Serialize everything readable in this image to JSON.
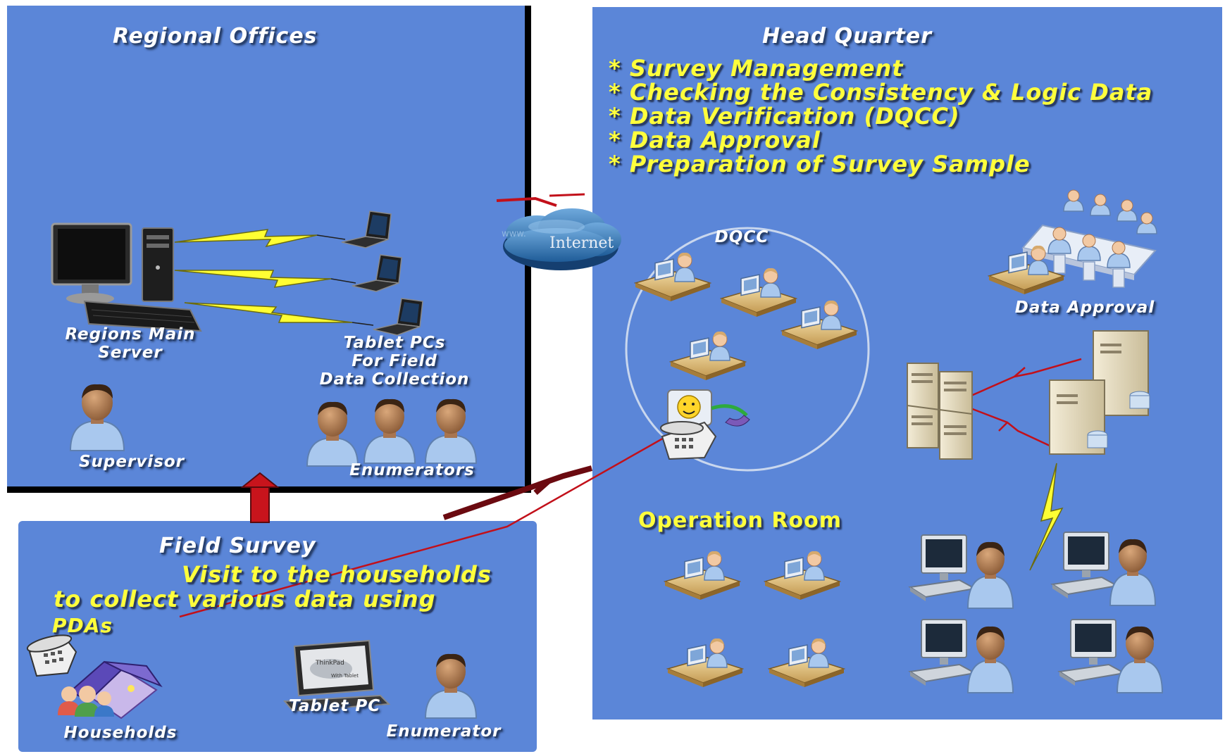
{
  "regional": {
    "title": "Regional Offices",
    "server_label": [
      "Regions Main",
      "Server"
    ],
    "tablets_label": [
      "Tablet PCs",
      "For Field",
      "Data Collection"
    ],
    "supervisor_label": "Supervisor",
    "enumerators_label": "Enumerators"
  },
  "internet": {
    "label": "Internet",
    "www": "www."
  },
  "hq": {
    "title": "Head Quarter",
    "bullets": [
      "* Survey Management",
      "* Checking the Consistency & Logic Data",
      "* Data Verification (DQCC)",
      "* Data Approval",
      "* Preparation of Survey Sample"
    ],
    "dqcc_label": "DQCC",
    "data_approval_label": "Data Approval",
    "operation_room_label": "Operation Room"
  },
  "field": {
    "title": "Field Survey",
    "description": [
      "Visit to the households",
      "to collect various data using",
      "PDAs"
    ],
    "households_label": "Households",
    "tablet_label": "Tablet PC",
    "tablet_screen_text": [
      "ThinkPad",
      "With Tablet"
    ],
    "enumerator_label": "Enumerator"
  },
  "colors": {
    "panel": "#5b86d8",
    "highlight_text": "#ffff3c",
    "lightning": "#ffff33",
    "link": "#d40f1a"
  }
}
